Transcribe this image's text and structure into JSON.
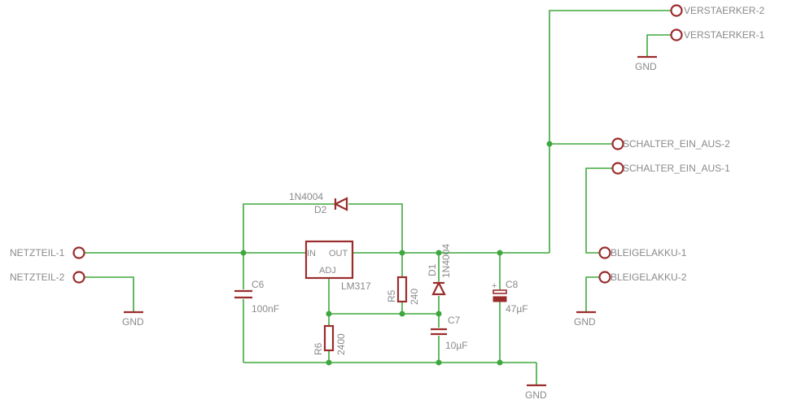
{
  "connectors": {
    "verstaerker_2": "VERSTAERKER-2",
    "verstaerker_1": "VERSTAERKER-1",
    "schalter_2": "SCHALTER_EIN_AUS-2",
    "schalter_1": "SCHALTER_EIN_AUS-1",
    "bleigelakku_1": "BLEIGELAKKU-1",
    "bleigelakku_2": "BLEIGELAKKU-2",
    "netzteil_1": "NETZTEIL-1",
    "netzteil_2": "NETZTEIL-2"
  },
  "gnd": "GND",
  "regulator": {
    "name": "LM317",
    "in": "IN",
    "out": "OUT",
    "adj": "ADJ"
  },
  "d2": {
    "name": "D2",
    "value": "1N4004"
  },
  "d1": {
    "name": "D1",
    "value": "1N4004"
  },
  "c6": {
    "name": "C6",
    "value": "100nF"
  },
  "r5": {
    "name": "R5",
    "value": "240"
  },
  "r6": {
    "name": "R6",
    "value": "2400"
  },
  "c7": {
    "name": "C7",
    "value": "10µF"
  },
  "c8": {
    "name": "C8",
    "value": "47µF",
    "polarity": "+"
  }
}
